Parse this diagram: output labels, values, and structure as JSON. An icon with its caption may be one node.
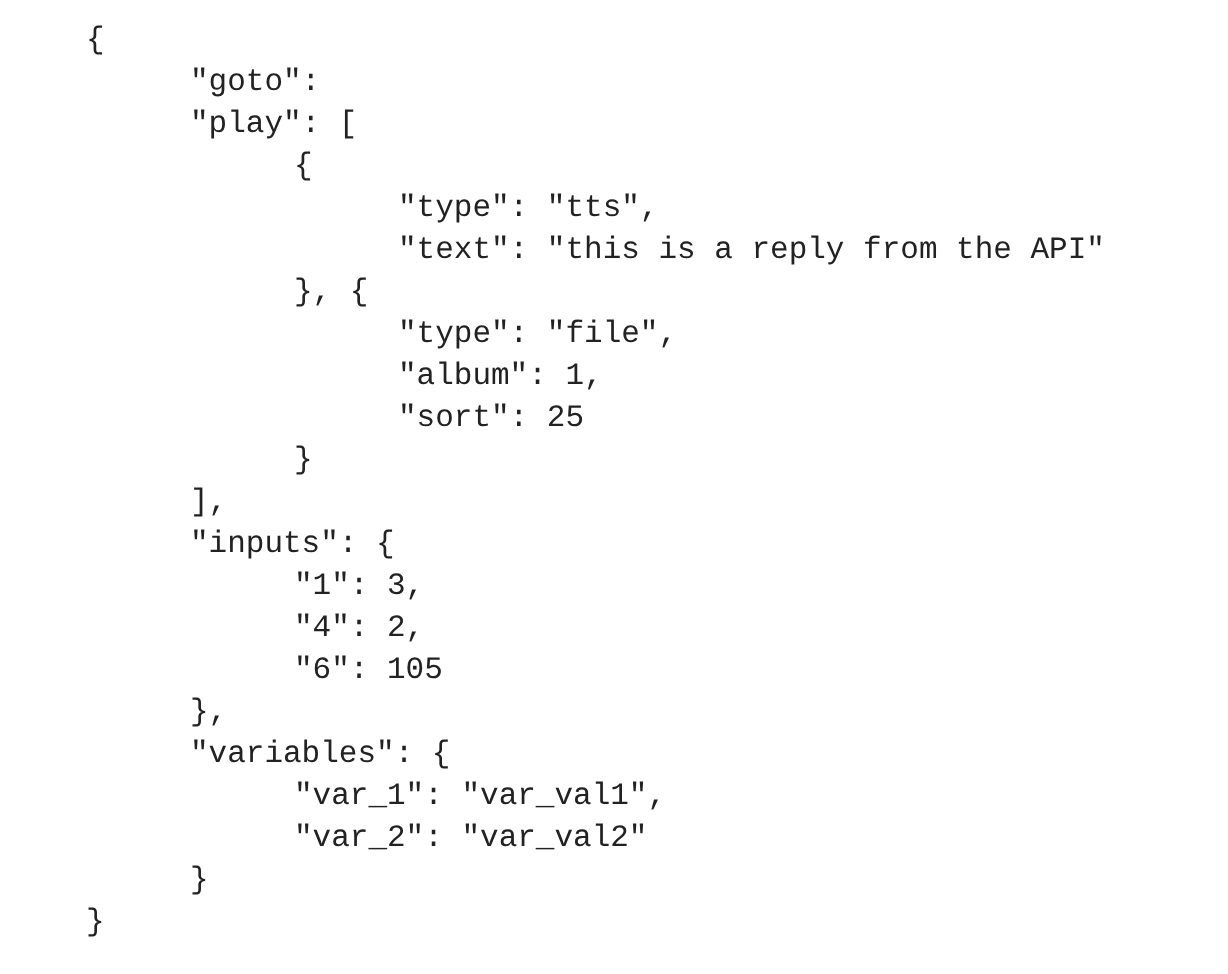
{
  "diagram": {
    "labels": [
      "{",
      "\"goto\":",
      "\"play\": [",
      "{",
      "\"type\": \"tts\",",
      "\"text\": \"this is a reply from the API\"",
      "}, {",
      "\"type\": \"file\",",
      "\"album\": 1,",
      "\"sort\": 25",
      "}",
      "],",
      "\"inputs\": {",
      "\"1\": 3,",
      "\"4\": 2,",
      "\"6\": 105",
      "},",
      "\"variables\": {",
      "\"var_1\": \"var_val1\",",
      "\"var_2\": \"var_val2\"",
      "}",
      "}"
    ]
  }
}
